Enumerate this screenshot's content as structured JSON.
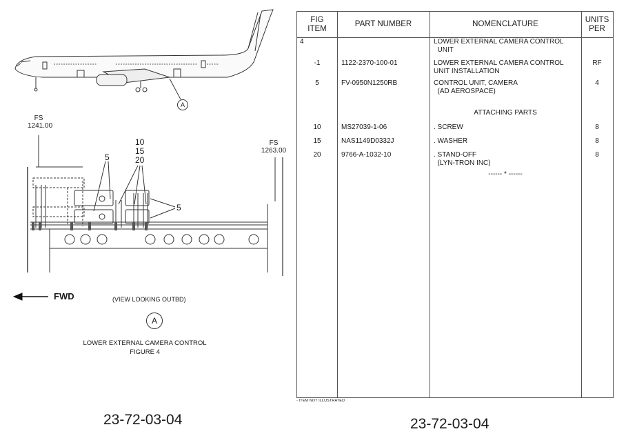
{
  "figure": {
    "fs_left": "FS\n1241.00",
    "fs_right": "FS\n1263.00",
    "callouts": {
      "item5_top": "5",
      "items_stack": [
        "10",
        "15",
        "20"
      ],
      "item5_right": "5"
    },
    "plate_label": "A",
    "fwd_label": "FWD",
    "view_caption": "(VIEW LOOKING OUTBD)",
    "detail_label": "A",
    "title_line1": "LOWER EXTERNAL CAMERA CONTROL",
    "title_line2": "FIGURE 4"
  },
  "parts_list": {
    "headers": {
      "fig_item": "FIG ITEM",
      "part_number": "PART NUMBER",
      "nomenclature": "NOMENCLATURE",
      "units_per": "UNITS PER"
    },
    "rows": [
      {
        "item": "4",
        "part": "",
        "nom": [
          "LOWER EXTERNAL CAMERA CONTROL",
          "  UNIT"
        ],
        "units": ""
      },
      {
        "item": "-1",
        "part": "1122-2370-100-01",
        "nom": [
          "LOWER EXTERNAL CAMERA CONTROL",
          "UNIT INSTALLATION"
        ],
        "units": "RF"
      },
      {
        "item": "5",
        "part": "FV-0950N1250RB",
        "nom": [
          "CONTROL UNIT, CAMERA",
          "  (AD AEROSPACE)"
        ],
        "units": "4"
      },
      {
        "item": "",
        "part": "",
        "nom": [
          "ATTACHING PARTS"
        ],
        "units": ""
      },
      {
        "item": "10",
        "part": "MS27039-1-06",
        "nom": [
          ". SCREW"
        ],
        "units": "8"
      },
      {
        "item": "15",
        "part": "NAS1149D0332J",
        "nom": [
          ". WASHER"
        ],
        "units": "8"
      },
      {
        "item": "20",
        "part": "9766-A-1032-10",
        "nom": [
          ". STAND-OFF",
          "  (LYN-TRON INC)"
        ],
        "units": "8"
      },
      {
        "item": "",
        "part": "",
        "nom": [
          "------ * ------"
        ],
        "units": ""
      }
    ],
    "footnote": "- ITEM NOT ILLUSTRATED"
  },
  "page_number_left": "23-72-03-04",
  "page_number_right": "23-72-03-04"
}
